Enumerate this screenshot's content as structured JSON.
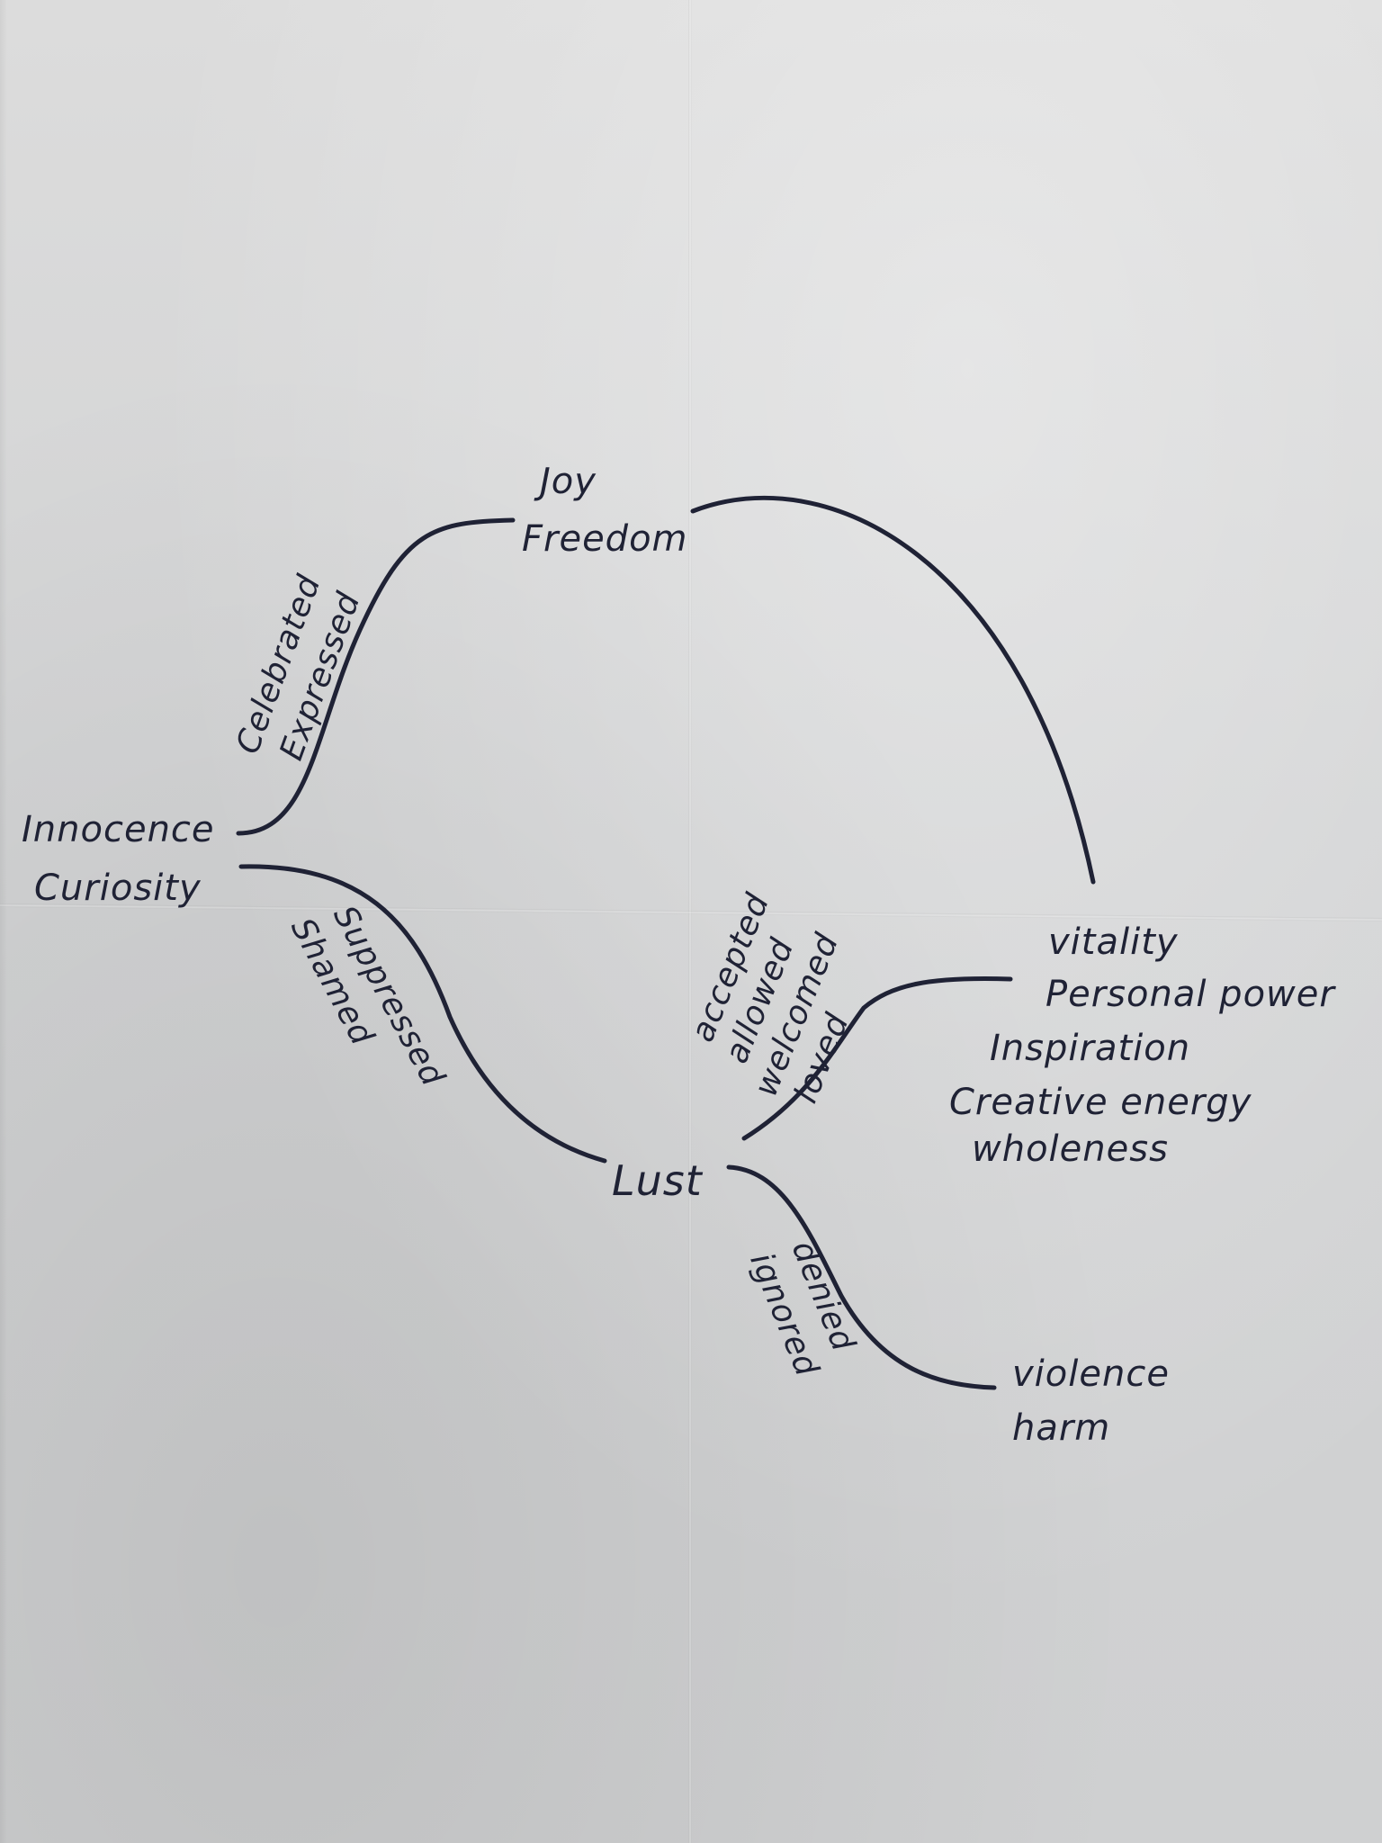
{
  "diagram": {
    "nodes": {
      "innocence": [
        "Innocence",
        "Curiosity"
      ],
      "joy": [
        "Joy",
        "Freedom"
      ],
      "lust": [
        "Lust"
      ],
      "vitality": [
        "vitality",
        "Personal power",
        "Inspiration",
        "Creative energy",
        "wholeness"
      ],
      "violence": [
        "violence",
        "harm"
      ]
    },
    "edges": {
      "celebrated": [
        "Celebrated",
        "Expressed"
      ],
      "suppressed": [
        "Suppressed",
        "Shamed"
      ],
      "accepted": [
        "accepted",
        "allowed",
        "welcomed",
        "loved"
      ],
      "denied": [
        "denied",
        "ignored"
      ]
    },
    "ink_color": "#1f2235",
    "paper_color": "#d3d4d5"
  }
}
